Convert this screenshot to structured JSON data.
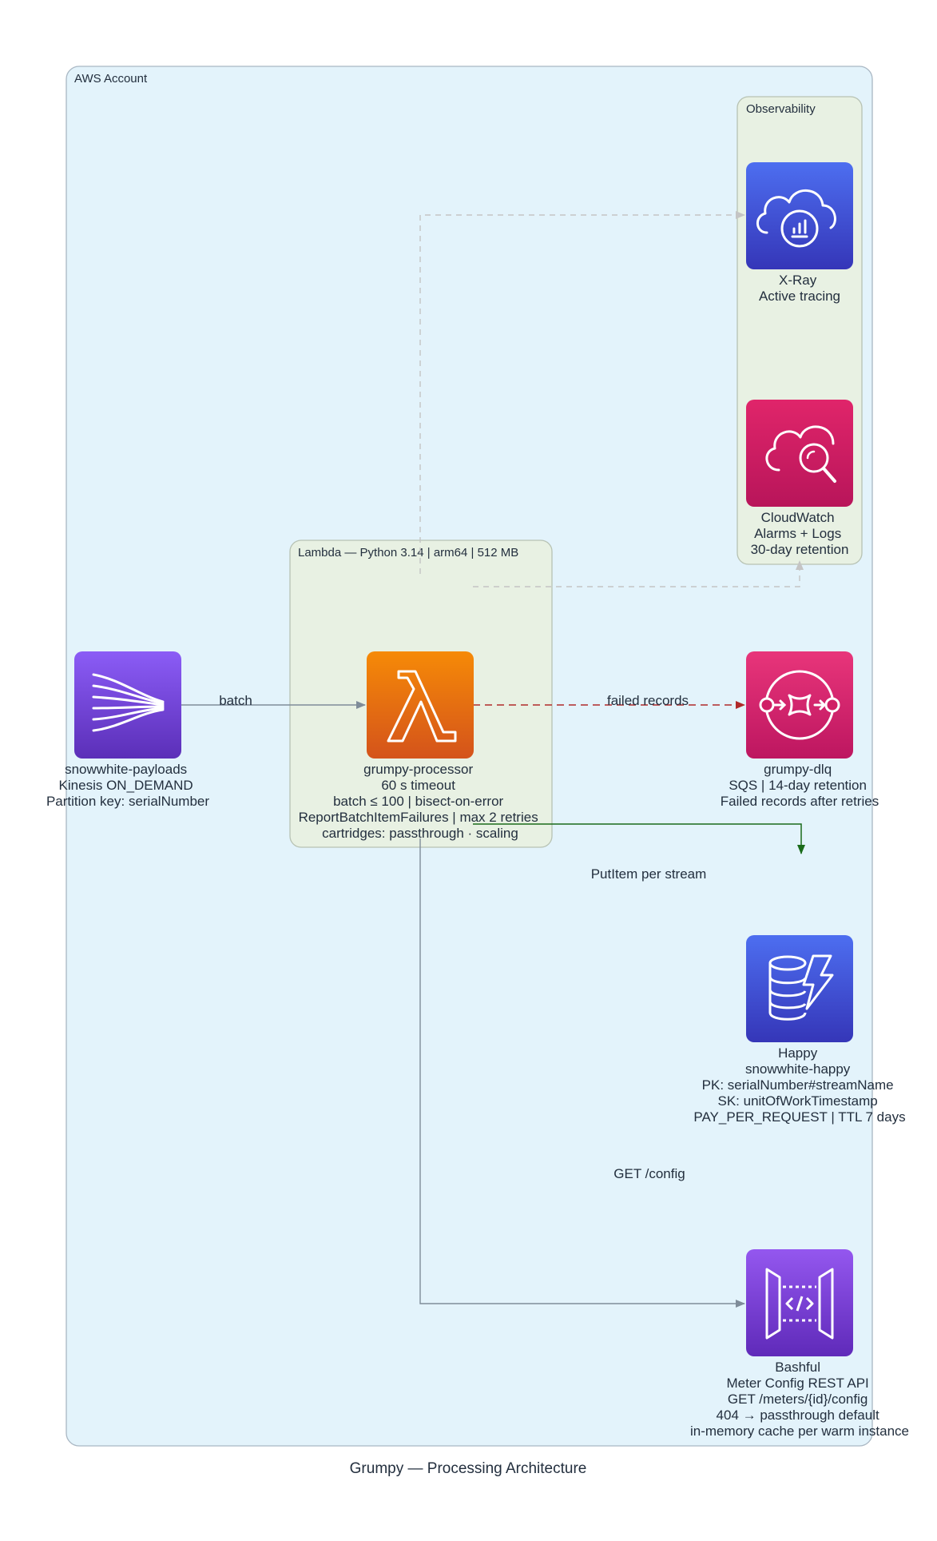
{
  "title": "Grumpy — Processing Architecture",
  "clusters": {
    "account": "AWS Account",
    "observability": "Observability",
    "lambda": "Lambda — Python 3.14 | arm64 | 512 MB"
  },
  "nodes": {
    "kinesis": {
      "icon": "kinesis-data-streams-icon",
      "lines": [
        "snowwhite-payloads",
        "Kinesis ON_DEMAND",
        "Partition key: serialNumber"
      ]
    },
    "lambda": {
      "icon": "lambda-icon",
      "lines": [
        "grumpy-processor",
        "60 s timeout",
        "batch ≤ 100 | bisect-on-error",
        "ReportBatchItemFailures | max 2 retries",
        "cartridges: passthrough · scaling"
      ]
    },
    "xray": {
      "icon": "xray-icon",
      "lines": [
        "X-Ray",
        "Active tracing"
      ]
    },
    "cloudwatch": {
      "icon": "cloudwatch-icon",
      "lines": [
        "CloudWatch",
        "Alarms + Logs",
        "30-day retention"
      ]
    },
    "sqs": {
      "icon": "sqs-icon",
      "lines": [
        "grumpy-dlq",
        "SQS | 14-day retention",
        "Failed records after retries"
      ]
    },
    "dynamodb": {
      "icon": "dynamodb-icon",
      "lines": [
        "Happy",
        "snowwhite-happy",
        "PK: serialNumber#streamName",
        "SK: unitOfWorkTimestamp",
        "PAY_PER_REQUEST | TTL 7 days"
      ]
    },
    "apigw": {
      "icon": "api-gateway-icon",
      "lines": [
        "Bashful",
        "Meter Config REST API",
        "GET /meters/{id}/config",
        "404 → passthrough default",
        "in-memory cache per warm instance"
      ]
    }
  },
  "edges": {
    "batch": "batch",
    "failed": "failed records",
    "putitem": "PutItem per stream",
    "getconfig": "GET /config"
  },
  "colors": {
    "account_fill": "#e3f3fb",
    "account_stroke": "#a9b7c3",
    "group_fill": "#e8f1e3",
    "group_stroke": "#b7c2b3",
    "edge_gray": "#7f8c99",
    "edge_light": "#c4c4c4",
    "edge_red": "#b02a2a",
    "edge_green": "#1a6b1a",
    "kinesis": [
      "#8b5cf6",
      "#5b2fb8"
    ],
    "lambda": [
      "#f68a07",
      "#d4531b"
    ],
    "xray": [
      "#4d6ef0",
      "#3536b8"
    ],
    "cloudwatch": [
      "#e0256a",
      "#b8155a"
    ],
    "sqs": [
      "#e8357a",
      "#bd1660"
    ],
    "dynamodb": [
      "#4d6ef0",
      "#3536b8"
    ],
    "apigw": [
      "#9457ef",
      "#5f2ab9"
    ]
  }
}
